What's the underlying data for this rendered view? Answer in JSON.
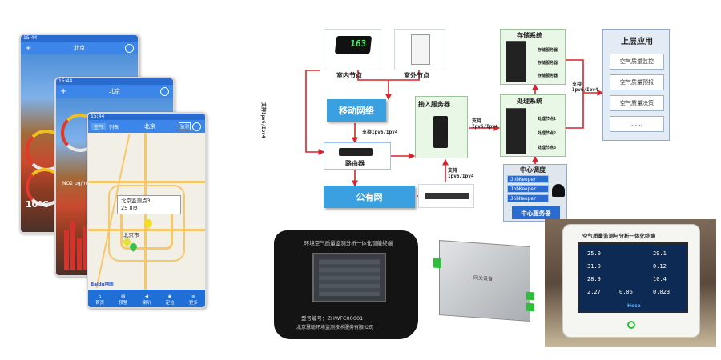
{
  "phones": {
    "p1": {
      "time": "15:44",
      "city": "北京",
      "temp": "10°C"
    },
    "p2": {
      "time": "15:44",
      "city": "北京",
      "pollutant": "NO2",
      "unit": "ug/m³"
    },
    "p3": {
      "time": "15:44",
      "tabs": [
        "空气",
        "列表"
      ],
      "city": "北京",
      "switch_label": "监测",
      "popup_title": "北京监测点3",
      "popup_values": "25    8良",
      "city_label": "北京市",
      "map_brand": "Baidu地图",
      "bottom_tabs": [
        "首页",
        "预警",
        "喇叭",
        "定位",
        "更多"
      ]
    }
  },
  "diagram": {
    "indoor_label": "室内节点",
    "outdoor_label": "室外节点",
    "indoor_display": "163",
    "mobile_network": "移动网络",
    "public_network": "公有网",
    "router": "路由器",
    "access_server": "接入服务器",
    "storage_system": "存储系统",
    "processing_system": "处理系统",
    "scheduling_center": "中心调度",
    "center_server": "中心服务器",
    "upper_apps": "上层应用",
    "apps": [
      "空气质量监控",
      "空气质量预报",
      "空气质量决策",
      "……"
    ],
    "proto_vertical": "支持Ipv6/Ipv4",
    "proto_router": "支持Ipv6/Ipv4",
    "proto_access_1": "支持",
    "proto_access_2": "Ipv6/Ipv4",
    "proto_mid_1": "支持",
    "proto_mid_2": "Ipv6/Ipv4",
    "proto_right_1": "支持",
    "proto_right_2": "Ipv6/Ipv4",
    "storage_units": [
      "存储服务器",
      "存储服务器",
      "存储服务器"
    ],
    "proc_units": [
      "处理节点1",
      "处理节点2",
      "处理节点3"
    ],
    "job_keepers": [
      "JobKeeper",
      "JobKeeper",
      "JobKeeper"
    ]
  },
  "devices": {
    "tablet_header": "环境空气质量监测分析一体化智能终端",
    "tablet_footer_1": "型号编号：ZHWFC00001",
    "tablet_footer_2": "北京慧聪环境监测技术服务有限公司",
    "box_label": "网关设备",
    "monitor_header": "空气质量监测与分析一体化终端",
    "monitor_brand": "Hece",
    "monitor_values": [
      "25.0",
      "31.0",
      "28.9",
      "2.27",
      "0.06",
      "29.1",
      "0.12",
      "10.4",
      "0.023"
    ]
  },
  "colors": {
    "diagram_blue": "#3aa0e0",
    "node_green": "#e9f7e6",
    "panel_blue": "#e3ecf5",
    "arrow_red": "#d8232a",
    "app_blue": "#3b86e8"
  }
}
